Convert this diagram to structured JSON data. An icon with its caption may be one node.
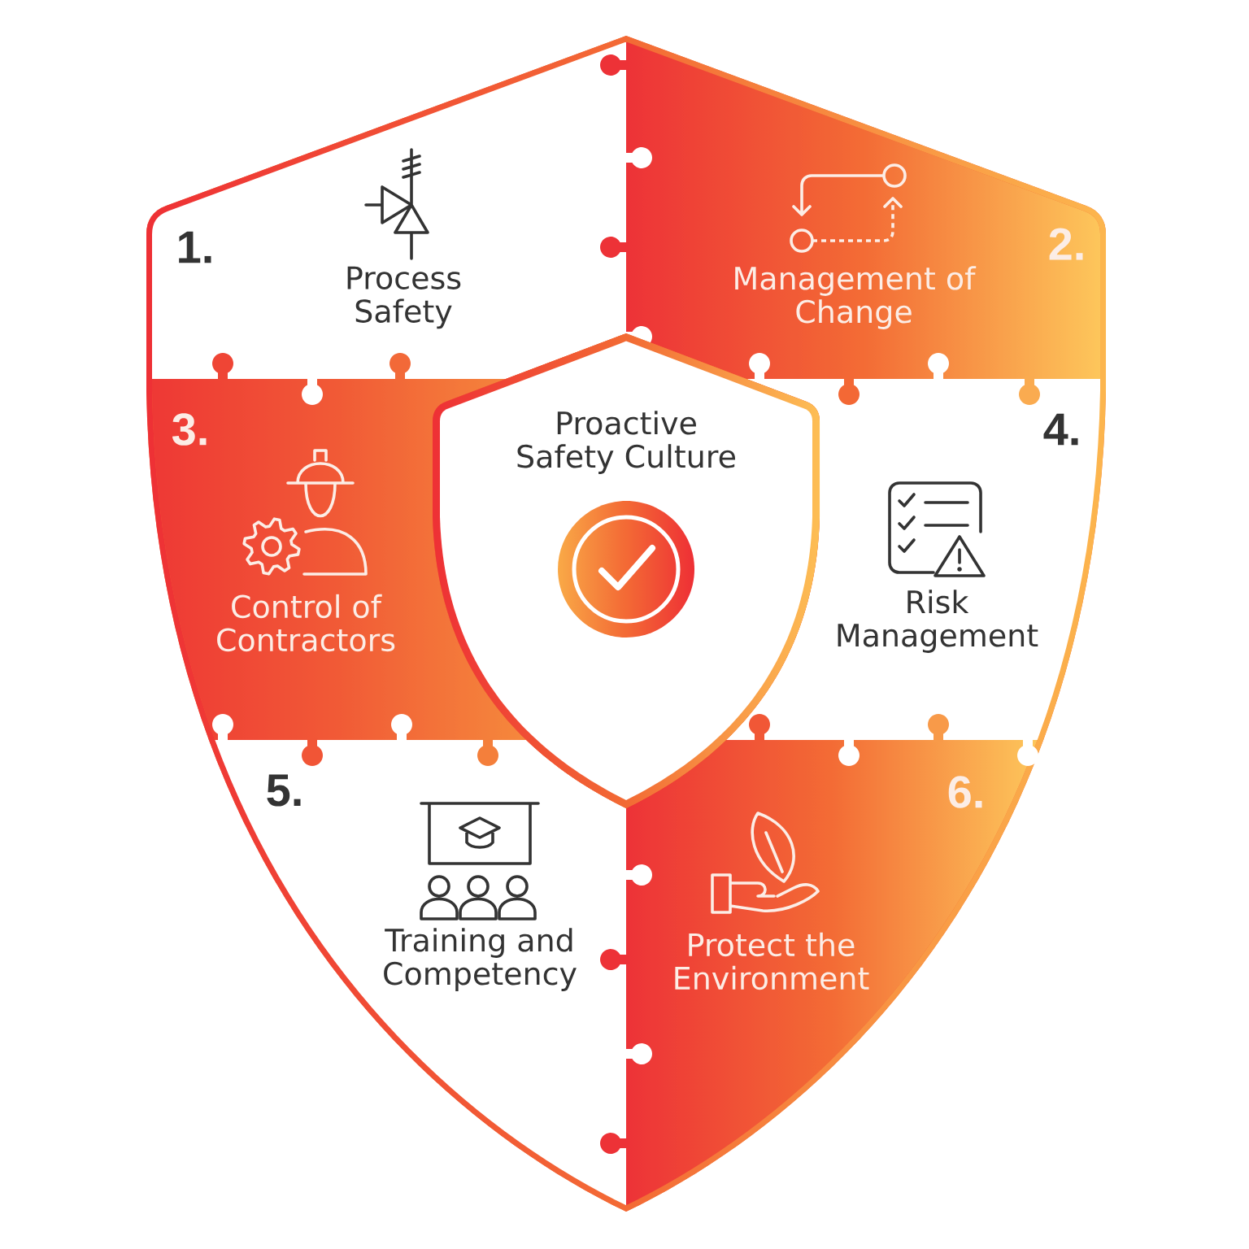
{
  "diagram": {
    "nodes": [
      {
        "text": [
          "1.",
          "Process Safety"
        ]
      },
      {
        "text": [
          "2.",
          "Management of Change"
        ]
      },
      {
        "text": [
          "3.",
          "Control of Contractors"
        ]
      },
      {
        "text": [
          "Proactive Safety Culture"
        ]
      },
      {
        "text": [
          "4.",
          "Risk Management"
        ]
      },
      {
        "text": [
          "5.",
          "Training and Competency"
        ]
      },
      {
        "text": [
          "6.",
          "Protect the Environment"
        ]
      }
    ]
  }
}
